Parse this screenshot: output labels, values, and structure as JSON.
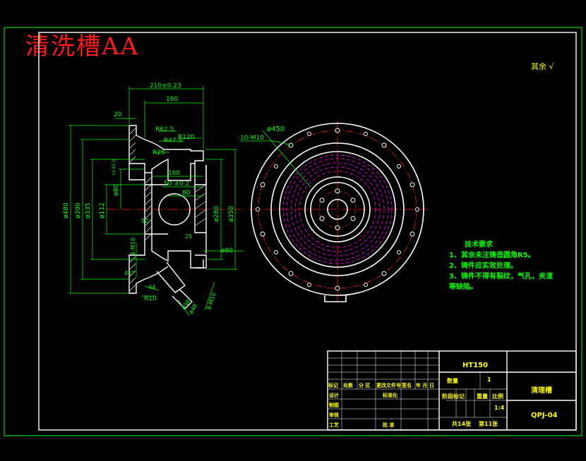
{
  "sheet": {
    "title": "清洗槽AA",
    "roughness_note": "其余"
  },
  "section_view": {
    "dims": {
      "overall_length": "210±0.23",
      "length_160_top": "160",
      "flange_20": "20",
      "radius_r625": "R62.5",
      "radius_r475": "R47.5",
      "radius_r120": "R120",
      "radius_r25": "R25",
      "len_160_mid": "160",
      "len_50": "50 ±0.2",
      "len_80": "80",
      "dia_480": "ø480",
      "dia_390": "ø390",
      "dia_335": "ø335",
      "dia_112": "ø112",
      "dia_80": "ø80",
      "tol_80": "+0.05 0",
      "dia_280": "ø280",
      "dia_350": "ø350",
      "dia_80_bottom": "ø80",
      "thread_left": "8-M10",
      "thread_right": "8-M10",
      "radius_r10": "R10",
      "dia_38": "ø38",
      "dia_48": "ø48",
      "angle_45": "45°",
      "dim_25": "25",
      "dim_52": "52",
      "dim_44": "44"
    }
  },
  "end_view": {
    "dia_450": "ø450",
    "holes_note": "10-M10"
  },
  "technical_requirements": {
    "heading": "技术要求",
    "items": [
      "1、其余未注铸造圆角R5。",
      "2、铸件应实效处理。",
      "3、铸件不得有裂纹，气孔，夹渣",
      "等缺陷。"
    ]
  },
  "title_block": {
    "material": "HT150",
    "part_name": "清理槽",
    "drawing_no": "QPJ-04",
    "quantity_label": "数量",
    "quantity_value": "1",
    "stage_mark_label": "阶段标记",
    "weight_label": "重量",
    "scale_label": "比例",
    "scale_value": "1:4",
    "sheets_label": "共14张",
    "sheet_no_label": "第11张",
    "rev_headers": [
      "标记",
      "处数",
      "分 区",
      "更改文件号",
      "签名",
      "年 月 日"
    ],
    "design_label": "设计",
    "standard_label": "标准化",
    "drawing_label": "制图",
    "review_label": "审核",
    "process_label": "工艺",
    "approve_label": "批 准"
  },
  "colors": {
    "outline": "#ffffff",
    "dimension": "#00ff00",
    "center": "#ff2020",
    "hidden": "#ff00ff",
    "frame": "#00ff00"
  }
}
